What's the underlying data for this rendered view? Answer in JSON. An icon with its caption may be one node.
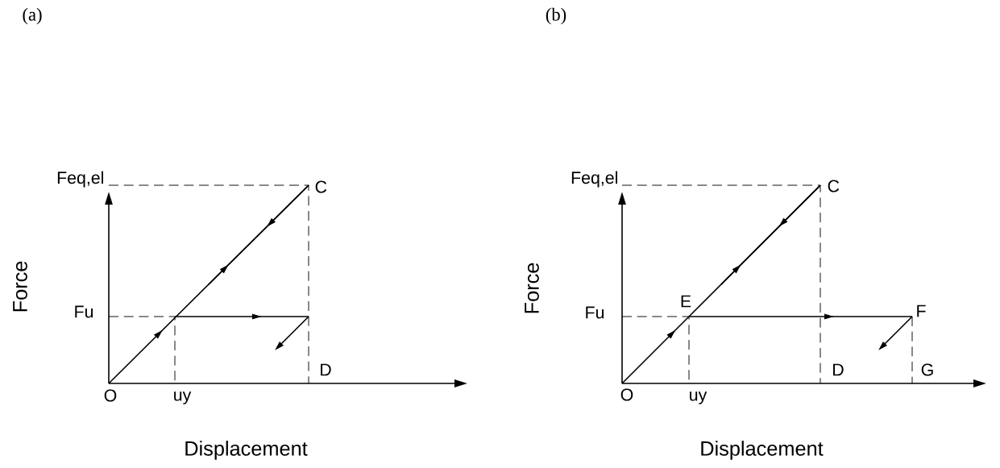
{
  "diagram": {
    "labels": [
      "(a)",
      "(b)",
      "Feq,el",
      "C",
      "Feq,el",
      "C",
      "Force",
      "Fu",
      "Force",
      "Fu",
      "E",
      "F",
      "D",
      "D",
      "G",
      "O",
      "uy",
      "O",
      "uy",
      "Displacement",
      "Displacement"
    ]
  }
}
